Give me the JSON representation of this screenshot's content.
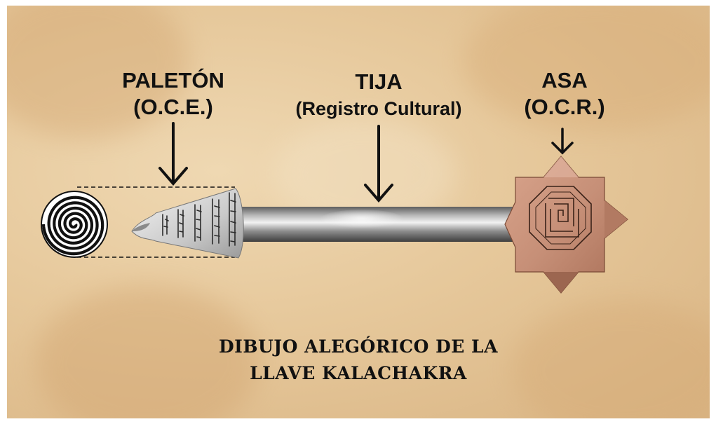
{
  "labels": {
    "bit": {
      "line1": "PALETÓN",
      "line2": "(O.C.E.)"
    },
    "shaft": {
      "line1": "TIJA",
      "line2": "(Registro Cultural)"
    },
    "handle": {
      "line1": "ASA",
      "line2": "(O.C.R.)"
    }
  },
  "caption": {
    "line1": "DIBUJO ALEGÓRICO DE LA",
    "line2": "LLAVE KALACHAKRA"
  },
  "icons": [
    "spiral-icon",
    "labyrinth-icon",
    "down-arrow-icon"
  ],
  "colors": {
    "parchment": "#e6c89b",
    "metal": "#9a9a9a",
    "copper": "#c9907a",
    "ink": "#111111"
  }
}
